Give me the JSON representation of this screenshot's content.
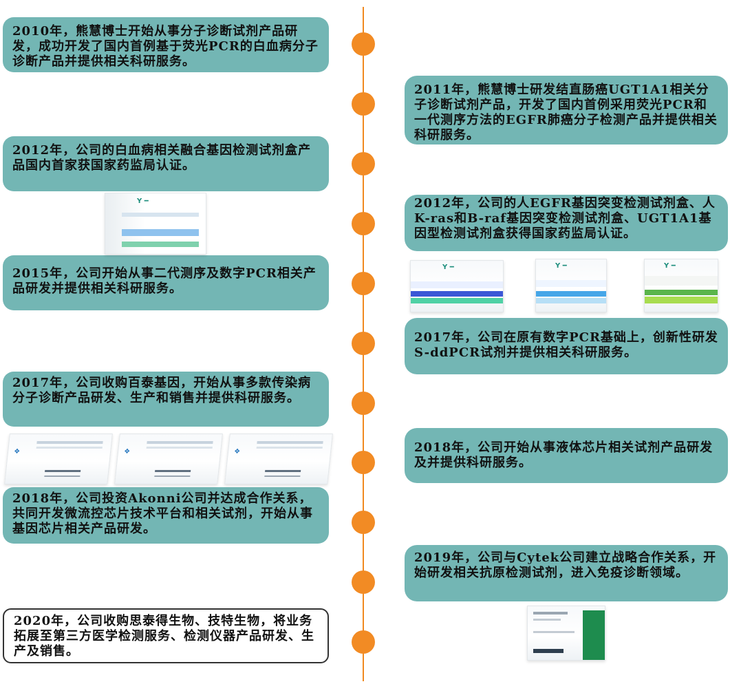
{
  "timeline": {
    "events": [
      {
        "side": "left",
        "text": "2010年，熊慧博士开始从事分子诊断试剂产品研发，成功开发了国内首例基于荧光PCR的白血病分子诊断产品并提供相关科研服务。"
      },
      {
        "side": "right",
        "text": "2011年，熊慧博士研发结直肠癌UGT1A1相关分子诊断试剂产品，开发了国内首例采用荧光PCR和一代测序方法的EGFR肺癌分子检测产品并提供相关科研服务。"
      },
      {
        "side": "left",
        "text": "2012年，公司的白血病相关融合基因检测试剂盒产品国内首家获国家药监局认证。"
      },
      {
        "side": "right",
        "text": "2012年，公司的人EGFR基因突变检测试剂盒、人K-ras和B-raf基因突变检测试剂盒、UGT1A1基因型检测试剂盒获得国家药监局认证。"
      },
      {
        "side": "left",
        "text": "2015年，公司开始从事二代测序及数字PCR相关产品研发并提供相关科研服务。"
      },
      {
        "side": "right",
        "text": "2017年，公司在原有数字PCR基础上，创新性研发S-ddPCR试剂并提供相关科研服务。"
      },
      {
        "side": "left",
        "text": "2017年，公司收购百泰基因，开始从事多款传染病分子诊断产品研发、生产和销售并提供科研服务。"
      },
      {
        "side": "right",
        "text": "2018年，公司开始从事液体芯片相关试剂产品研发及并提供科研服务。"
      },
      {
        "side": "left",
        "text": "2018年，公司投资Akonni公司并达成合作关系，共同开发微流控芯片技术平台和相关试剂，开始从事基因芯片相关产品研发。"
      },
      {
        "side": "right",
        "text": "2019年，公司与Cytek公司建立战略合作关系，开始研发相关抗原检测试剂，进入免疫诊断领域。"
      },
      {
        "side": "left",
        "text": "2020年，公司收购思泰得生物、技特生物，将业务拓展至第三方医学检测服务、检测仪器产品研发、生产及销售。"
      }
    ]
  },
  "colors": {
    "box_fill": "#73b6b4",
    "axis": "#f0891f",
    "dot": "#f28b24"
  }
}
